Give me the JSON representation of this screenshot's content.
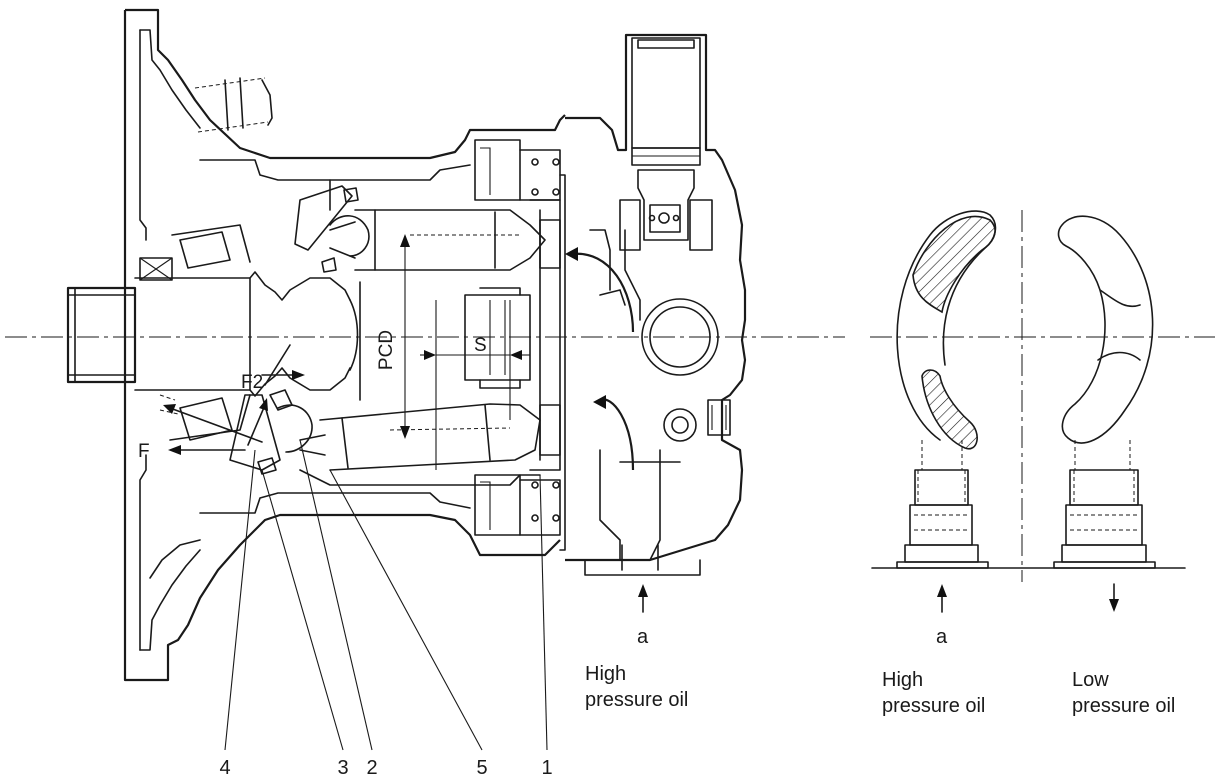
{
  "labels": {
    "pcd": "PCD",
    "stroke": "S",
    "force_f2": "F2",
    "force_f": "F",
    "port_a_left": "a",
    "port_a_right": "a",
    "high_pressure_line1": "High",
    "high_pressure_line2": "pressure oil",
    "right_high_line1": "High",
    "right_high_line2": "pressure oil",
    "right_low_line1": "Low",
    "right_low_line2": "pressure oil"
  },
  "callouts": [
    "4",
    "3",
    "2",
    "5",
    "1"
  ],
  "colors": {
    "line": "#1a1a1a",
    "background": "#ffffff"
  }
}
